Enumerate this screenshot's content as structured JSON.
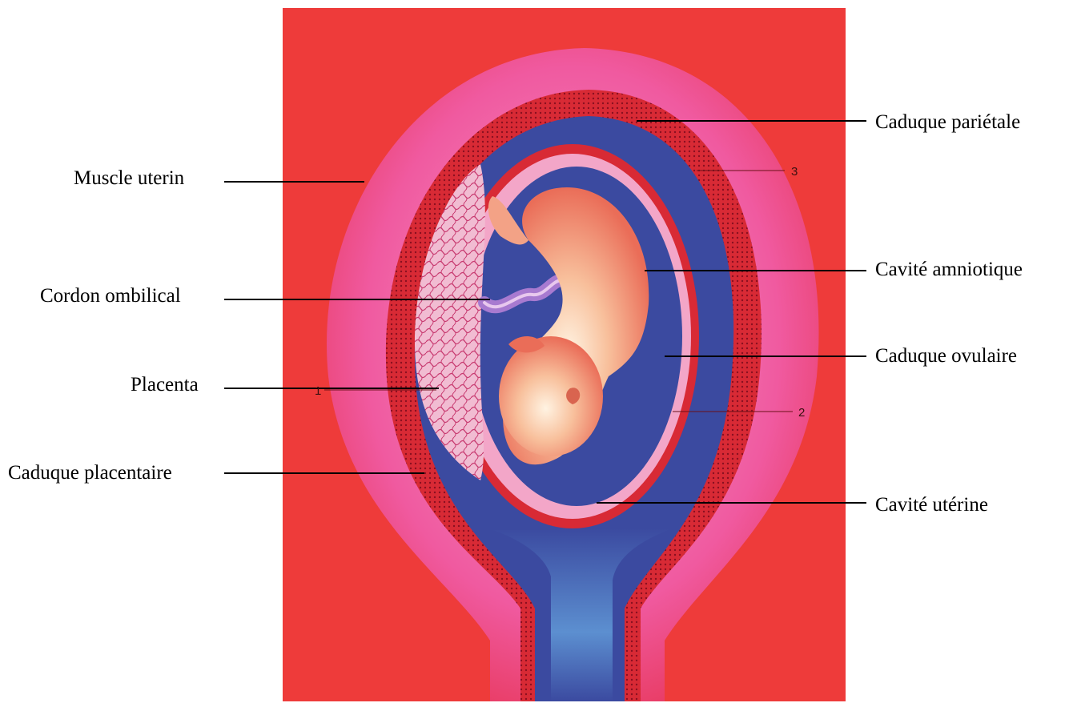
{
  "labels": {
    "muscle_uterin": "Muscle uterin",
    "cordon_ombilical": "Cordon ombilical",
    "placenta": "Placenta",
    "caduque_placentaire": "Caduque placentaire",
    "caduque_parietale": "Caduque pariétale",
    "cavite_amniotique": "Cavité amniotique",
    "caduque_ovulaire": "Caduque ovulaire",
    "cavite_uterine": "Cavité utérine"
  },
  "markers": {
    "one": "1",
    "two": "2",
    "three": "3"
  },
  "colors": {
    "background_tissue": "#ee3b3a",
    "muscle_pink": "#f0529a",
    "decidua_red": "#d82a35",
    "cavity_blue": "#3b4aa0",
    "cervix_blue": "#4f7fc8",
    "amnion_pink": "#f3a6c8",
    "fetus_skin": "#f3a286",
    "placenta_pink": "#f1bcd2",
    "leader_line": "#000000"
  }
}
